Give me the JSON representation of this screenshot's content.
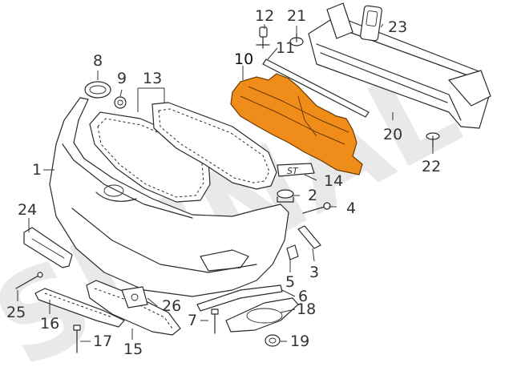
{
  "watermark": "SIGNAL",
  "highlight_color": "#f08c1a",
  "line_color": "#2a2a2a",
  "callouts": [
    {
      "id": "c1",
      "label": "1"
    },
    {
      "id": "c2",
      "label": "2"
    },
    {
      "id": "c3",
      "label": "3"
    },
    {
      "id": "c4",
      "label": "4"
    },
    {
      "id": "c5",
      "label": "5"
    },
    {
      "id": "c6",
      "label": "6"
    },
    {
      "id": "c7",
      "label": "7"
    },
    {
      "id": "c8",
      "label": "8"
    },
    {
      "id": "c9",
      "label": "9"
    },
    {
      "id": "c10",
      "label": "10"
    },
    {
      "id": "c11",
      "label": "11"
    },
    {
      "id": "c12",
      "label": "12"
    },
    {
      "id": "c13",
      "label": "13"
    },
    {
      "id": "c14",
      "label": "14"
    },
    {
      "id": "c15",
      "label": "15"
    },
    {
      "id": "c16",
      "label": "16"
    },
    {
      "id": "c17",
      "label": "17"
    },
    {
      "id": "c18",
      "label": "18"
    },
    {
      "id": "c19",
      "label": "19"
    },
    {
      "id": "c20",
      "label": "20"
    },
    {
      "id": "c21",
      "label": "21"
    },
    {
      "id": "c22",
      "label": "22"
    },
    {
      "id": "c23",
      "label": "23"
    },
    {
      "id": "c24",
      "label": "24"
    },
    {
      "id": "c25",
      "label": "25"
    },
    {
      "id": "c26",
      "label": "26"
    }
  ],
  "emblem_text": "ST"
}
